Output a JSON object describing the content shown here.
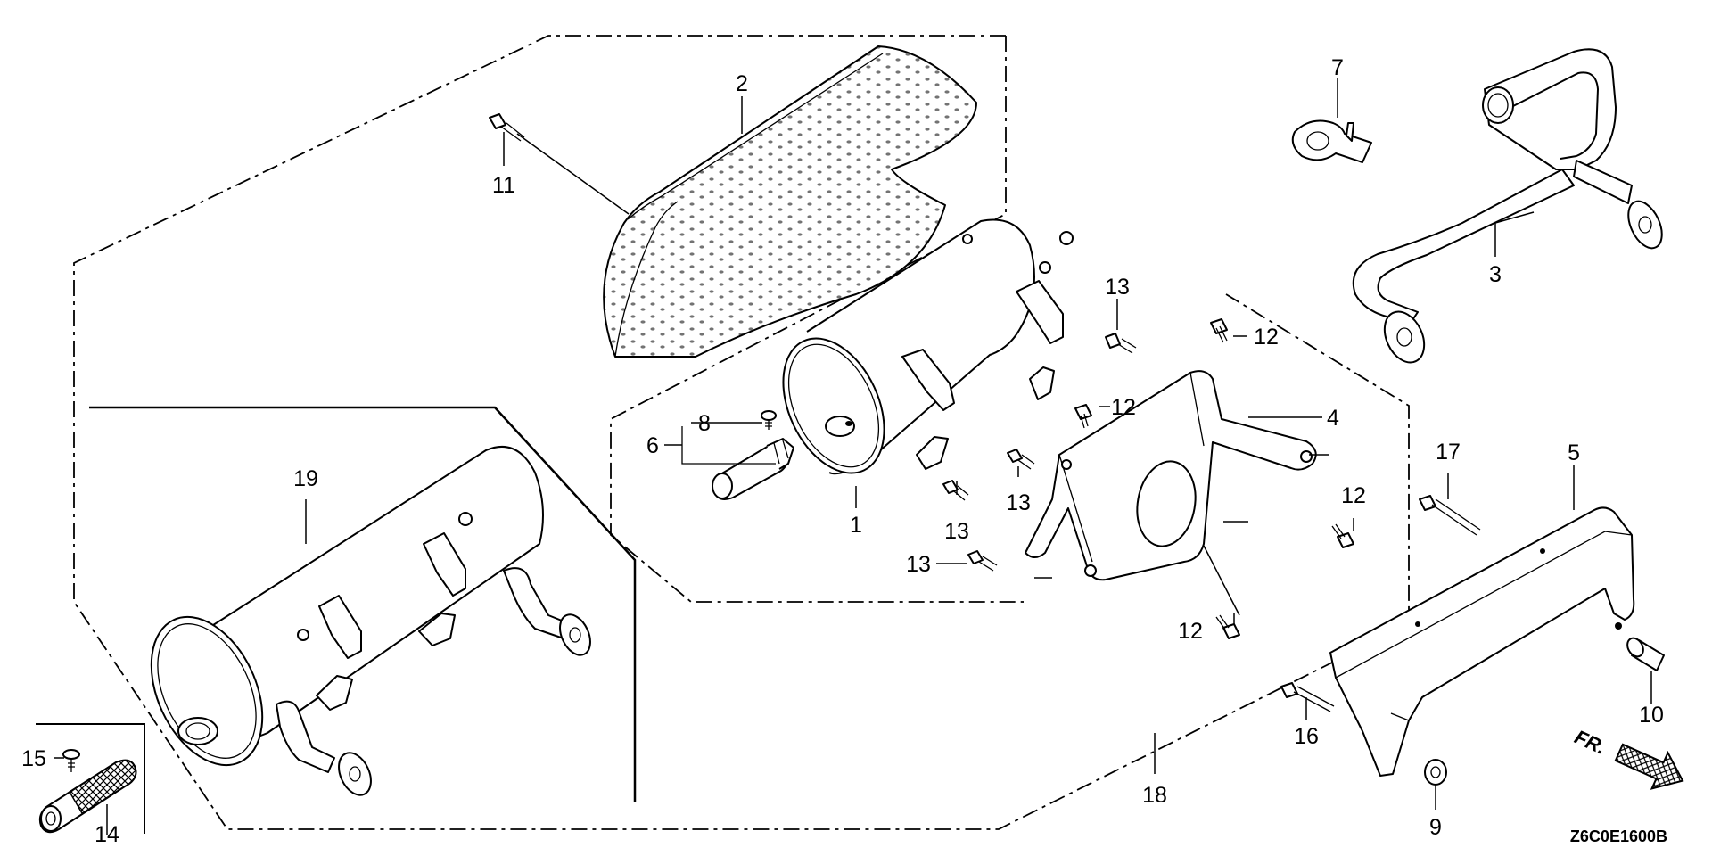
{
  "diagram": {
    "drawing_code": "Z6C0E1600B",
    "direction_mark": "FR.",
    "callouts": [
      {
        "id": "c1",
        "text": "1"
      },
      {
        "id": "c2",
        "text": "2"
      },
      {
        "id": "c3",
        "text": "3"
      },
      {
        "id": "c4",
        "text": "4"
      },
      {
        "id": "c5",
        "text": "5"
      },
      {
        "id": "c6",
        "text": "6"
      },
      {
        "id": "c7",
        "text": "7"
      },
      {
        "id": "c8",
        "text": "8"
      },
      {
        "id": "c9",
        "text": "9"
      },
      {
        "id": "c10",
        "text": "10"
      },
      {
        "id": "c11",
        "text": "11"
      },
      {
        "id": "c12a",
        "text": "12"
      },
      {
        "id": "c12b",
        "text": "12"
      },
      {
        "id": "c12c",
        "text": "12"
      },
      {
        "id": "c12d",
        "text": "12"
      },
      {
        "id": "c13a",
        "text": "13"
      },
      {
        "id": "c13b",
        "text": "13"
      },
      {
        "id": "c13c",
        "text": "13"
      },
      {
        "id": "c13d",
        "text": "13"
      },
      {
        "id": "c14",
        "text": "14"
      },
      {
        "id": "c15",
        "text": "15"
      },
      {
        "id": "c16",
        "text": "16"
      },
      {
        "id": "c17",
        "text": "17"
      },
      {
        "id": "c18",
        "text": "18"
      },
      {
        "id": "c19",
        "text": "19"
      }
    ]
  }
}
